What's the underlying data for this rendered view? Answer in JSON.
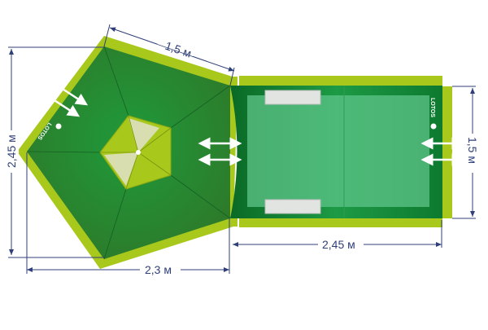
{
  "dimensions": {
    "pentagon_side": "1,5 м",
    "pentagon_height": "2,45 м",
    "pentagon_width": "2,3 м",
    "corridor_length": "2,45 м",
    "corridor_width": "1,5 м"
  },
  "logo": {
    "left": "LOTOS",
    "right": "LOTOS"
  },
  "colors": {
    "lime": "#a8c81c",
    "dark_green": "#1f8a34",
    "light_green": "#4fb879",
    "dimension": "#2f3f78"
  }
}
